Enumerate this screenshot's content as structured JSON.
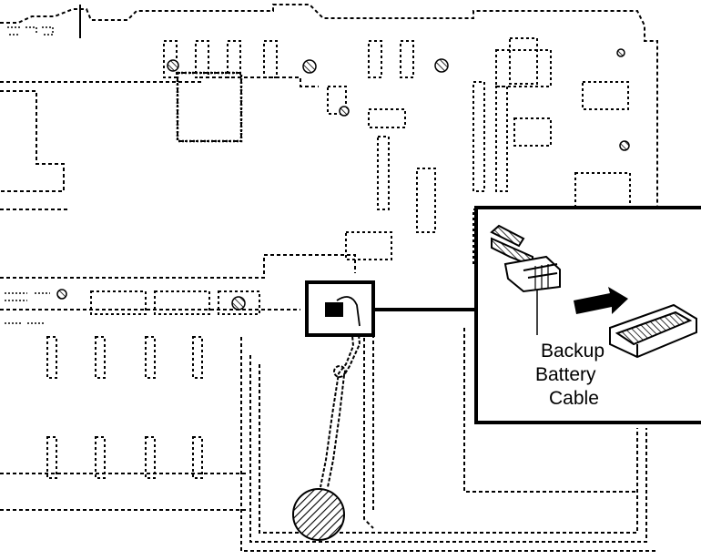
{
  "callout": {
    "label_lines": [
      "Backup",
      "Battery",
      "Cable"
    ]
  },
  "colors": {
    "ink": "#000000",
    "paper": "#ffffff",
    "battery_fill": "#7a7a7a"
  },
  "icons": {
    "insert_direction": "arrow-right-icon"
  }
}
